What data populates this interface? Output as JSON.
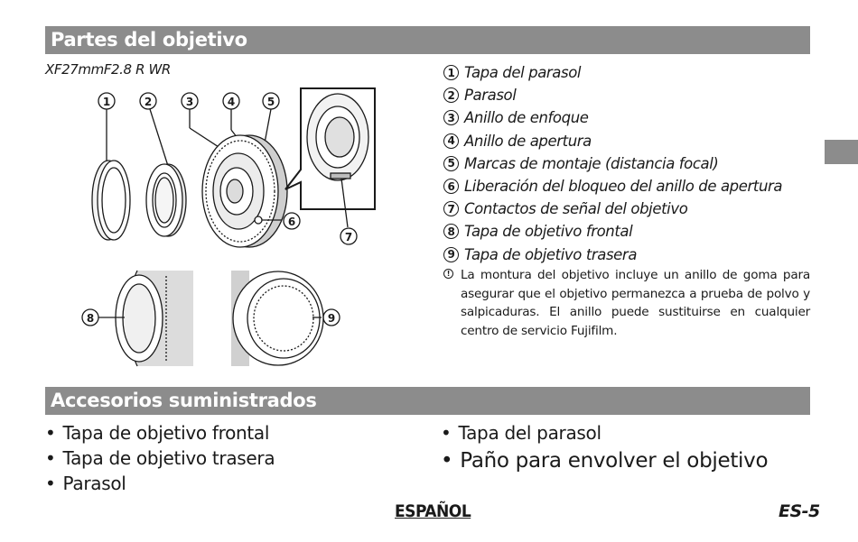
{
  "sections": {
    "parts_title": "Partes del objetivo",
    "accessories_title": "Accesorios suministrados"
  },
  "model": "XF27mmF2.8 R WR",
  "parts": [
    {
      "num": "1",
      "label": "Tapa del parasol"
    },
    {
      "num": "2",
      "label": "Parasol"
    },
    {
      "num": "3",
      "label": "Anillo de enfoque"
    },
    {
      "num": "4",
      "label": "Anillo de apertura"
    },
    {
      "num": "5",
      "label": "Marcas de montaje (distancia focal)"
    },
    {
      "num": "6",
      "label": "Liberación del bloqueo del anillo de apertura"
    },
    {
      "num": "7",
      "label": "Contactos de señal del objetivo"
    },
    {
      "num": "8",
      "label": "Tapa de objetivo frontal"
    },
    {
      "num": "9",
      "label": "Tapa de objetivo trasera"
    }
  ],
  "note": {
    "icon": "caution-icon",
    "text": "La montura del objetivo incluye un anillo de goma para asegurar que el objetivo permanezca a prueba de polvo y salpicaduras. El anillo puede sustituirse en cualquier centro de servicio Fujifilm."
  },
  "figure_callouts": [
    "1",
    "2",
    "3",
    "4",
    "5",
    "6",
    "7",
    "8",
    "9"
  ],
  "accessories": {
    "left": [
      "Tapa de objetivo frontal",
      "Tapa de objetivo trasera",
      "Parasol"
    ],
    "right": [
      "Tapa del parasol",
      "Paño para envolver el objetivo"
    ]
  },
  "footer": {
    "language": "ESPAÑOL",
    "page": "ES-5"
  },
  "colors": {
    "section_bar": "#8c8c8c",
    "text": "#1a1a1a"
  }
}
